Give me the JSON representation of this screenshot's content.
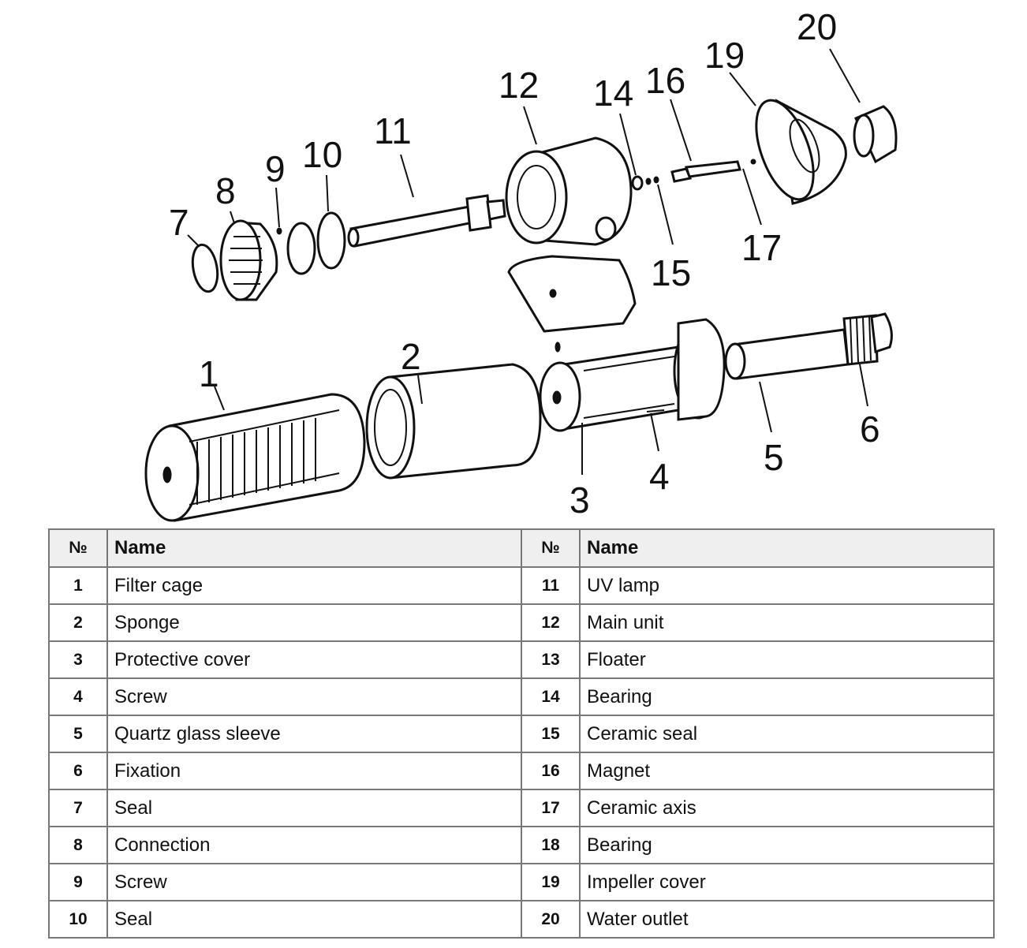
{
  "diagram": {
    "callouts": [
      "1",
      "2",
      "3",
      "4",
      "5",
      "6",
      "7",
      "8",
      "9",
      "10",
      "11",
      "12",
      "14",
      "15",
      "16",
      "17",
      "19",
      "20"
    ]
  },
  "table": {
    "headers": {
      "no": "№",
      "name": "Name"
    },
    "rows": [
      {
        "left": {
          "no": "1",
          "name": "Filter cage"
        },
        "right": {
          "no": "11",
          "name": "UV lamp"
        }
      },
      {
        "left": {
          "no": "2",
          "name": "Sponge"
        },
        "right": {
          "no": "12",
          "name": "Main unit"
        }
      },
      {
        "left": {
          "no": "3",
          "name": "Protective cover"
        },
        "right": {
          "no": "13",
          "name": "Floater"
        }
      },
      {
        "left": {
          "no": "4",
          "name": "Screw"
        },
        "right": {
          "no": "14",
          "name": "Bearing"
        }
      },
      {
        "left": {
          "no": "5",
          "name": "Quartz glass sleeve"
        },
        "right": {
          "no": "15",
          "name": "Ceramic seal"
        }
      },
      {
        "left": {
          "no": "6",
          "name": "Fixation"
        },
        "right": {
          "no": "16",
          "name": "Magnet"
        }
      },
      {
        "left": {
          "no": "7",
          "name": "Seal"
        },
        "right": {
          "no": "17",
          "name": "Ceramic axis"
        }
      },
      {
        "left": {
          "no": "8",
          "name": "Connection"
        },
        "right": {
          "no": "18",
          "name": "Bearing"
        }
      },
      {
        "left": {
          "no": "9",
          "name": "Screw"
        },
        "right": {
          "no": "19",
          "name": "Impeller cover"
        }
      },
      {
        "left": {
          "no": "10",
          "name": "Seal"
        },
        "right": {
          "no": "20",
          "name": "Water outlet"
        }
      }
    ]
  }
}
